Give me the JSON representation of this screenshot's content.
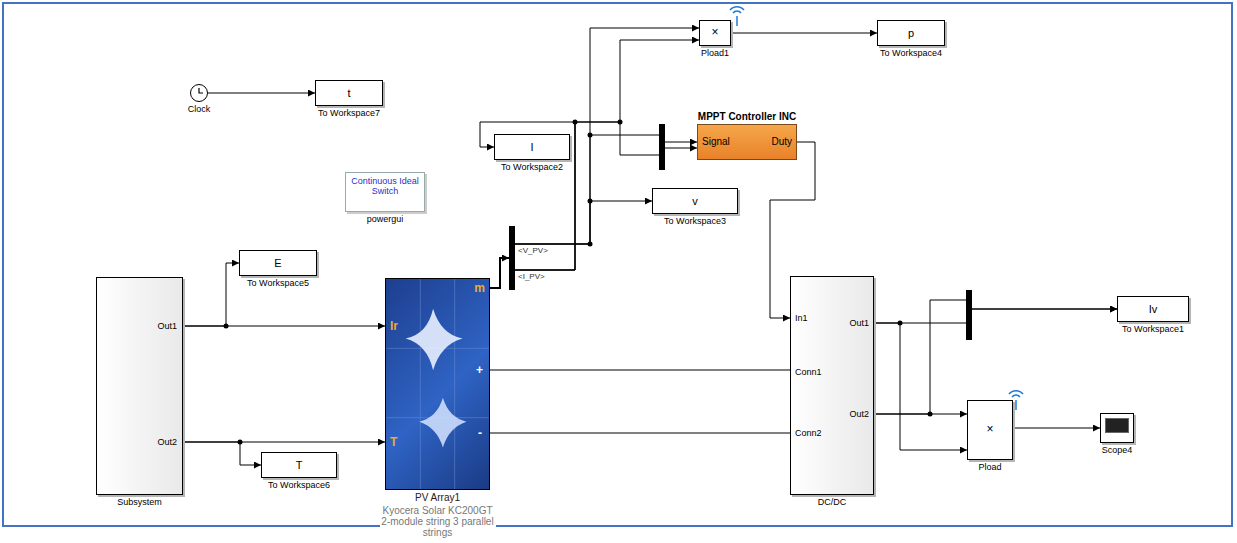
{
  "diagram": {
    "nodes": [
      {
        "text": [
          "×",
          "Pload1"
        ]
      },
      {
        "text": [
          "p",
          "To Workspace4"
        ]
      },
      {
        "text": [
          "MPPT Controller INC",
          "Signal",
          "Duty"
        ]
      },
      {
        "text": [
          "Clock"
        ]
      },
      {
        "text": [
          "t",
          "To Workspace7"
        ]
      },
      {
        "text": [
          "I",
          "To Workspace2"
        ]
      },
      {
        "text": [
          "Continuous Ideal Switch",
          "powergui"
        ]
      },
      {
        "text": [
          "v",
          "To Workspace3"
        ]
      },
      {
        "text": [
          "<V_PV>",
          "<I_PV>"
        ]
      },
      {
        "text": [
          "E",
          "To Workspace5"
        ]
      },
      {
        "text": [
          "Out1",
          "Out2",
          "Subsystem"
        ]
      },
      {
        "text": [
          "Ir",
          "T",
          "m",
          "+",
          "-",
          "PV Array1",
          "Kyocera Solar KC200GT 2-module string 3 parallel strings"
        ]
      },
      {
        "text": [
          "In1",
          "Conn1",
          "Conn2",
          "Out1",
          "Out2",
          "DC/DC"
        ]
      },
      {
        "text": [
          "Iv",
          "To Workspace1"
        ]
      },
      {
        "text": [
          "T",
          "To Workspace6"
        ]
      },
      {
        "text": [
          "×",
          "Pload"
        ]
      },
      {
        "text": [
          "Scope4"
        ]
      }
    ],
    "edges": [
      {
        "from": 10,
        "to": 11,
        "arrow": "to"
      },
      {
        "from": 10,
        "to": 9,
        "arrow": "to"
      },
      {
        "from": 10,
        "to": 11,
        "arrow": "to"
      },
      {
        "from": 10,
        "to": 14,
        "arrow": "to"
      },
      {
        "from": 11,
        "to": 8,
        "arrow": "to"
      },
      {
        "from": 8,
        "to": 7,
        "arrow": "to"
      },
      {
        "from": 8,
        "to": 0,
        "arrow": "to"
      },
      {
        "from": 8,
        "to": 2,
        "arrow": "to"
      },
      {
        "from": 8,
        "to": 5,
        "arrow": "to"
      },
      {
        "from": 8,
        "to": 0,
        "arrow": "to"
      },
      {
        "from": 8,
        "to": 2,
        "arrow": "to"
      },
      {
        "from": 0,
        "to": 1,
        "arrow": "to"
      },
      {
        "from": 2,
        "to": 12,
        "arrow": "to"
      },
      {
        "from": 11,
        "to": 12,
        "arrow": "none"
      },
      {
        "from": 11,
        "to": 12,
        "arrow": "none"
      },
      {
        "from": 12,
        "to": 13,
        "arrow": "to"
      },
      {
        "from": 12,
        "to": 15,
        "arrow": "to"
      },
      {
        "from": 12,
        "to": 13,
        "arrow": "to"
      },
      {
        "from": 12,
        "to": 15,
        "arrow": "to"
      },
      {
        "from": 15,
        "to": 16,
        "arrow": "to"
      },
      {
        "from": 3,
        "to": 4,
        "arrow": "to"
      }
    ]
  }
}
